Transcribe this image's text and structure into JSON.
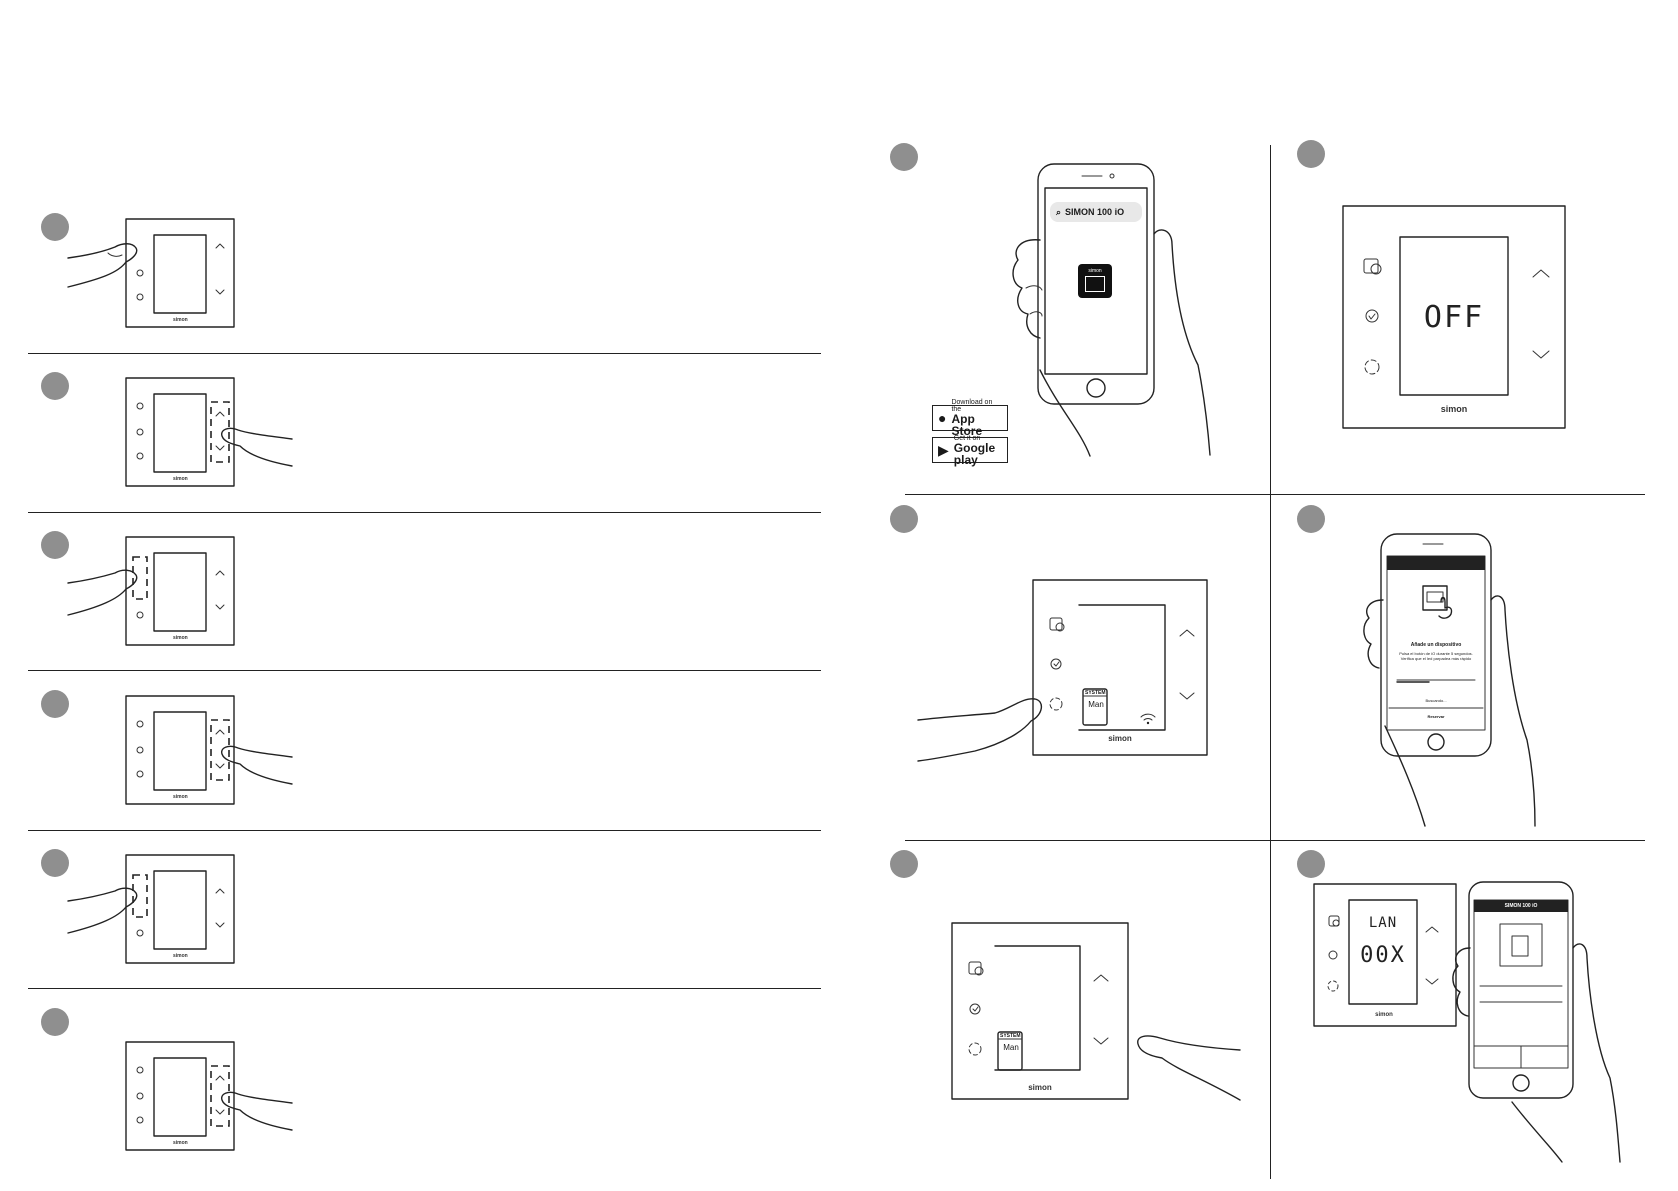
{
  "brand": "simon",
  "search_text": "SIMON 100 iO",
  "app_icon_label": "simon",
  "display_off": "OFF",
  "display_lan": "LAN",
  "display_code": "00X",
  "mode_badge_top": "SYSTEM",
  "mode_badge_value": "Man",
  "app_store": {
    "small": "Download on the",
    "big": "App Store"
  },
  "google_play": {
    "small": "Get it on",
    "big": "Google play"
  },
  "phone_pair_screen": {
    "title": "Añade un dispositivo",
    "body": "Pulsa el botón de iO durante 5 segundos. Verifica que el led parpadea más rápido",
    "status": "Buscando...",
    "button": "Reservar"
  },
  "phone_config_header": "SIMON 100 iO"
}
